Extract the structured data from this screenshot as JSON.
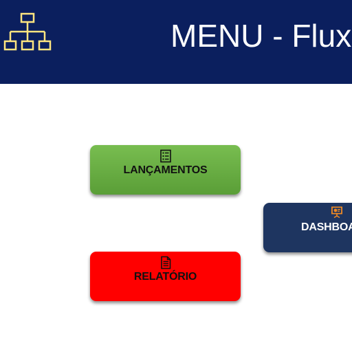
{
  "header": {
    "title": "MENU - Flux",
    "logo_icon": "org-chart-icon",
    "background": "#0b1f5e",
    "logo_color": "#ffe680"
  },
  "buttons": [
    {
      "label": "LANÇAMENTOS",
      "icon": "list-icon",
      "color": "#6aad44"
    },
    {
      "label": "RELATÓRIO",
      "icon": "document-icon",
      "color": "#ff0000"
    },
    {
      "label": "DASHBOA",
      "icon": "presentation-icon",
      "color": "#1e3560"
    }
  ]
}
